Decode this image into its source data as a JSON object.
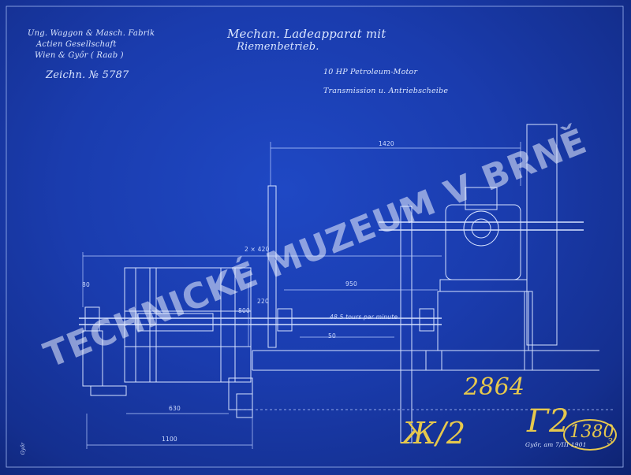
{
  "company_block": {
    "line1": "Ung. Waggon & Masch. Fabrik",
    "line2": "Actien Gesellschaft",
    "line3": "Wien & Győr ( Raab )"
  },
  "drawing_number": "Zeichn. № 5787",
  "title": {
    "line1": "Mechan. Ladeapparat mit",
    "line2": "Riemenbetrieb.",
    "subtitle1": "10 HP Petroleum-Motor",
    "subtitle2": "Transmission u. Antriebscheibe"
  },
  "dimensions": {
    "d1420": "1420",
    "d2x420": "2 × 420",
    "d950": "950",
    "d80": "80",
    "d220": "220",
    "d800": "800",
    "d630": "630",
    "d1100": "1100",
    "d50": "50",
    "speed": "48.5 tours par minute"
  },
  "annotations": {
    "pencil_number": "2864",
    "pencil_code": "1380",
    "pencil_sub": "3",
    "signature_left": "Ж/2",
    "signature_right": "Γ2",
    "place_date": "Győr, am 7/III 1901",
    "small_note": "Győr"
  },
  "watermark": "TECHNICKÉ MUZEUM V BRNĚ",
  "colors": {
    "paper": "#1a3cae",
    "line": "#dbe6ff",
    "pencil": "#e6c84d"
  }
}
